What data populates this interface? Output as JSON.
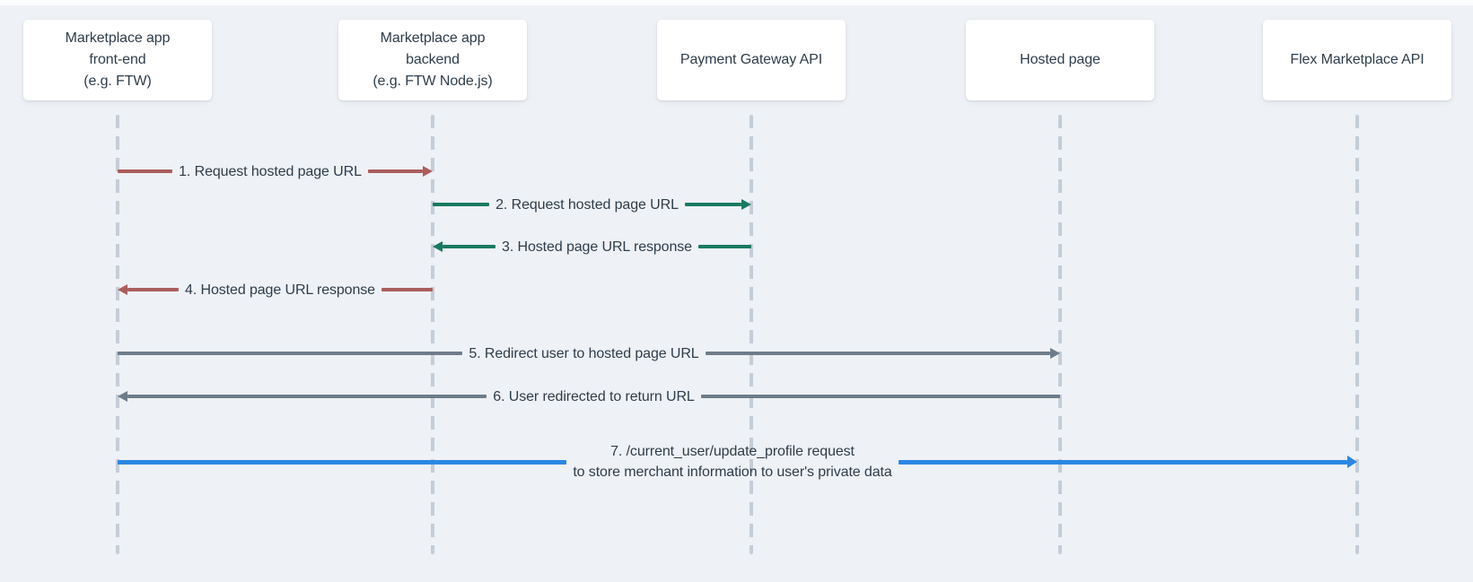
{
  "colors": {
    "background": "#eef1f5",
    "box": "#ffffff",
    "text": "#2e3d4b",
    "lifeline": "#c4cdd7",
    "red": "#ab5d5d",
    "green": "#1a7a61",
    "gray": "#6e7c8a",
    "blue": "#2b87e3"
  },
  "actors": [
    {
      "id": "frontend",
      "label": "Marketplace app\nfront-end\n(e.g. FTW)"
    },
    {
      "id": "backend",
      "label": "Marketplace app\nbackend\n(e.g. FTW Node.js)"
    },
    {
      "id": "payment-gateway",
      "label": "Payment Gateway API"
    },
    {
      "id": "hosted-page",
      "label": "Hosted page"
    },
    {
      "id": "flex-api",
      "label": "Flex Marketplace API"
    }
  ],
  "messages": [
    {
      "step": 1,
      "label": "1. Request hosted page URL",
      "from": "Marketplace app front-end",
      "to": "Marketplace app backend",
      "direction": "right"
    },
    {
      "step": 2,
      "label": "2. Request hosted page URL",
      "from": "Marketplace app backend",
      "to": "Payment Gateway API",
      "direction": "right"
    },
    {
      "step": 3,
      "label": "3. Hosted page URL response",
      "from": "Payment Gateway API",
      "to": "Marketplace app backend",
      "direction": "left"
    },
    {
      "step": 4,
      "label": "4. Hosted page URL response",
      "from": "Marketplace app backend",
      "to": "Marketplace app front-end",
      "direction": "left"
    },
    {
      "step": 5,
      "label": "5. Redirect user to hosted page URL",
      "from": "Marketplace app front-end",
      "to": "Hosted page",
      "direction": "right"
    },
    {
      "step": 6,
      "label": "6. User redirected to return URL",
      "from": "Hosted page",
      "to": "Marketplace app front-end",
      "direction": "left"
    },
    {
      "step": 7,
      "label": "7. /current_user/update_profile request",
      "label2": "to store merchant information to user's private data",
      "from": "Marketplace app front-end",
      "to": "Flex Marketplace API",
      "direction": "right"
    }
  ]
}
